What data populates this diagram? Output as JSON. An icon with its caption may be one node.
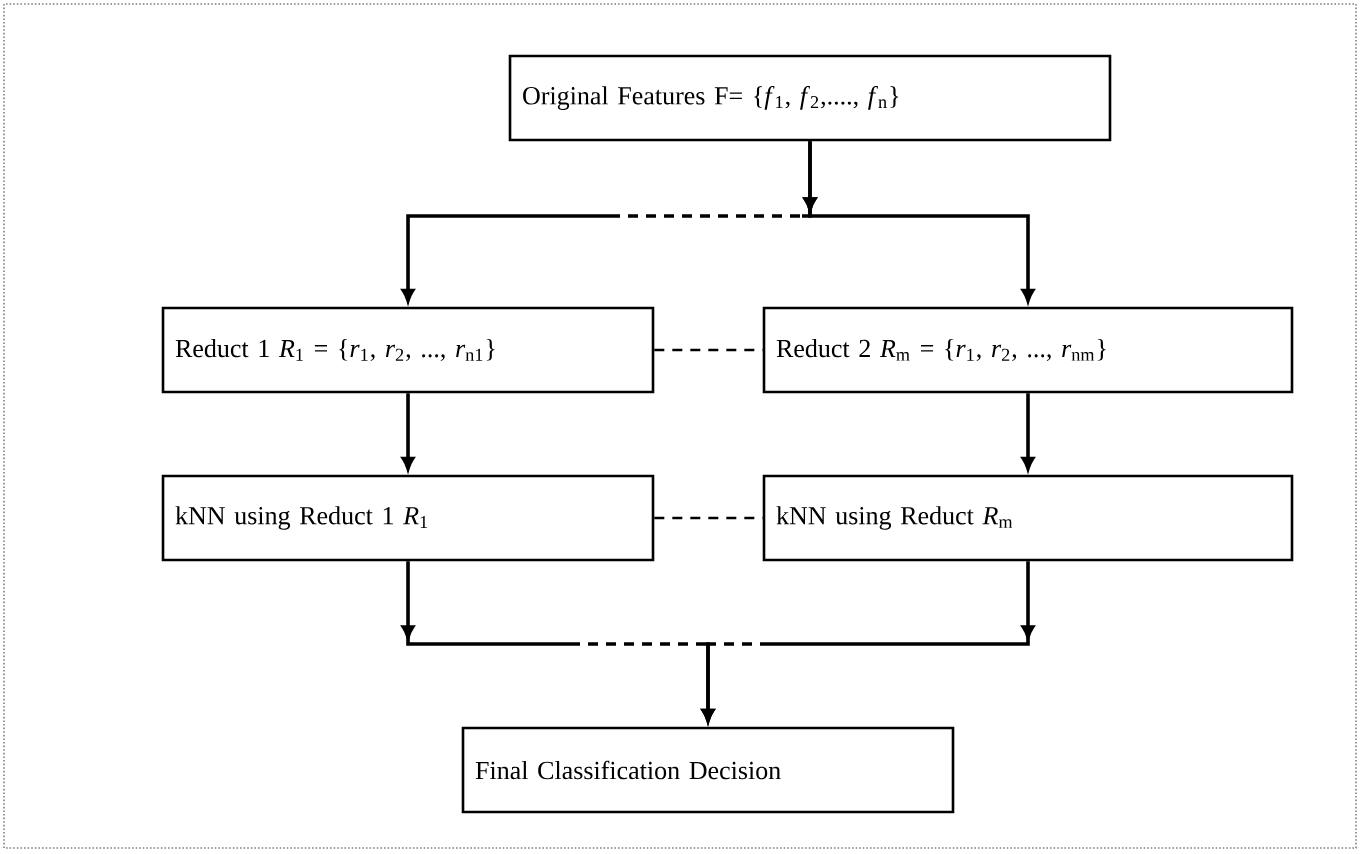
{
  "diagram": {
    "nodes": [
      {
        "text": [
          "Original Features F= {*f*$_{1}$, *f*$_{2}$,...., *f*$_{n}$}"
        ]
      },
      {
        "text": [
          "Reduct 1 *R*$_{1}$ = {*r*$_{1}$, *r*$_{2}$, ..., *r*$_{n1}$}"
        ]
      },
      {
        "text": [
          "Reduct 2 *R*$_{m}$ = {*r*$_{1}$, *r*$_{2}$, ..., *r*$_{nm}$}"
        ]
      },
      {
        "text": [
          "kNN using Reduct 1 *R*$_{1}$"
        ]
      },
      {
        "text": [
          "kNN using Reduct *R*$_{m}$"
        ]
      },
      {
        "text": [
          "Final Classification Decision"
        ]
      }
    ],
    "edges": [
      {
        "from": 0,
        "to": 1,
        "arrow": "to"
      },
      {
        "from": 0,
        "to": 2,
        "arrow": "to"
      },
      {
        "from": 1,
        "to": 2,
        "arrow": "none",
        "style": "dashed"
      },
      {
        "from": 1,
        "to": 3,
        "arrow": "to"
      },
      {
        "from": 2,
        "to": 4,
        "arrow": "to"
      },
      {
        "from": 3,
        "to": 4,
        "arrow": "none",
        "style": "dashed"
      },
      {
        "from": 3,
        "to": 5,
        "arrow": "to"
      },
      {
        "from": 4,
        "to": 5,
        "arrow": "to"
      }
    ]
  }
}
